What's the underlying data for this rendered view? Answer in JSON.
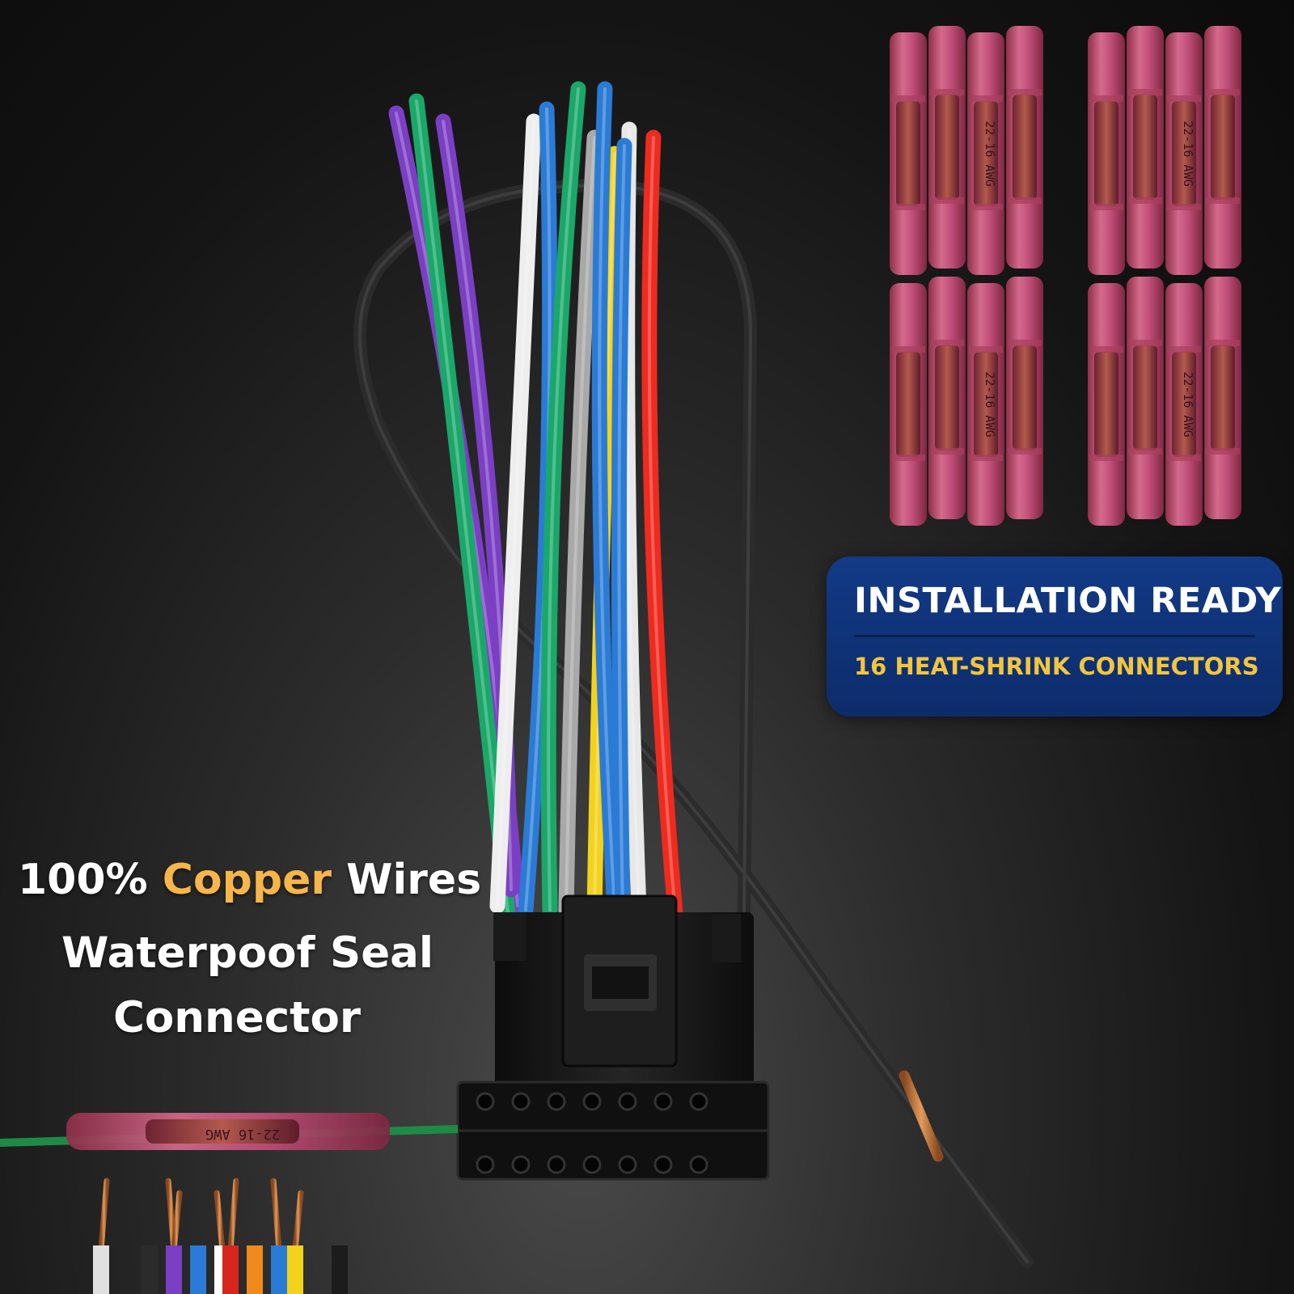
{
  "badge": {
    "title": "INSTALLATION READY",
    "subtitle": "16 HEAT-SHRINK CONNECTORS"
  },
  "features": {
    "line1_prefix": "100% ",
    "line1_highlight": "Copper",
    "line1_suffix": " Wires",
    "line2": "Waterpoof Seal",
    "line3": "Connector"
  },
  "sleeve_label": "22-16 AWG",
  "colors": {
    "badge_bg": "#0d2c6b",
    "badge_subtitle": "#f2c53d",
    "copper_highlight": "#f6b64a",
    "heat_shrink": "#b84566",
    "connector": "#151515"
  },
  "wire_colors": [
    "#7b3fc4",
    "#1aa86a",
    "#7b3fc4",
    "#eeeeee",
    "#2a7bd6",
    "#1aa86a",
    "#f3d21c",
    "#2a7bd6",
    "#e8e8e8",
    "#ef2a1e",
    "#a9a9a9"
  ]
}
